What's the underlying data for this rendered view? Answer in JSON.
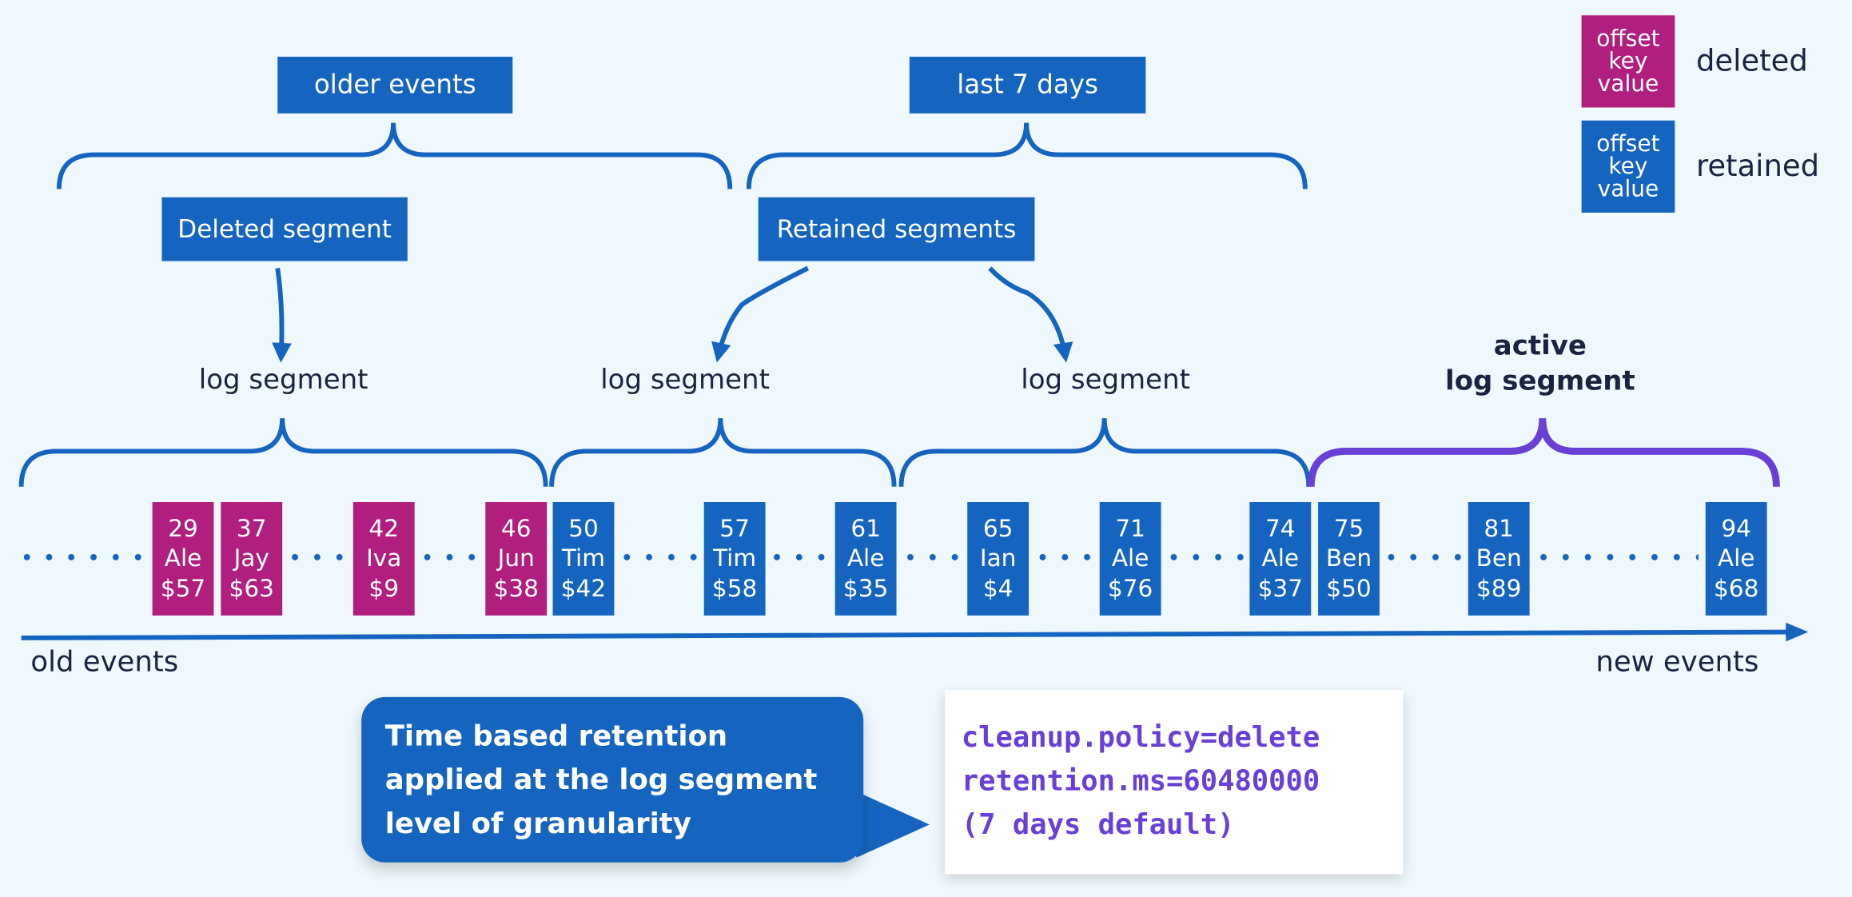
{
  "header": {
    "older_events": "older events",
    "last_7_days": "last 7 days"
  },
  "labels": {
    "deleted_segment": "Deleted segment",
    "retained_segments": "Retained segments",
    "log_segment": "log segment",
    "active_line1": "active",
    "active_line2": "log segment",
    "old_events": "old events",
    "new_events": "new events"
  },
  "legend": {
    "box_lines": [
      "offset",
      "key",
      "value"
    ],
    "deleted": "deleted",
    "retained": "retained"
  },
  "records": [
    {
      "offset": "29",
      "key": "Ale",
      "value": "$57",
      "status": "deleted"
    },
    {
      "offset": "37",
      "key": "Jay",
      "value": "$63",
      "status": "deleted"
    },
    {
      "offset": "42",
      "key": "Iva",
      "value": "$9",
      "status": "deleted"
    },
    {
      "offset": "46",
      "key": "Jun",
      "value": "$38",
      "status": "deleted"
    },
    {
      "offset": "50",
      "key": "Tim",
      "value": "$42",
      "status": "retained"
    },
    {
      "offset": "57",
      "key": "Tim",
      "value": "$58",
      "status": "retained"
    },
    {
      "offset": "61",
      "key": "Ale",
      "value": "$35",
      "status": "retained"
    },
    {
      "offset": "65",
      "key": "Ian",
      "value": "$4",
      "status": "retained"
    },
    {
      "offset": "71",
      "key": "Ale",
      "value": "$76",
      "status": "retained"
    },
    {
      "offset": "74",
      "key": "Ale",
      "value": "$37",
      "status": "retained"
    },
    {
      "offset": "75",
      "key": "Ben",
      "value": "$50",
      "status": "retained"
    },
    {
      "offset": "81",
      "key": "Ben",
      "value": "$89",
      "status": "retained"
    },
    {
      "offset": "94",
      "key": "Ale",
      "value": "$68",
      "status": "retained"
    }
  ],
  "callout": {
    "lines": [
      "Time based retention",
      "applied at the log segment",
      "level of granularity"
    ]
  },
  "config": {
    "lines": [
      "cleanup.policy=delete",
      "retention.ms=60480000",
      "(7 days default)"
    ]
  },
  "colors": {
    "retained": "#1565c0",
    "deleted": "#b01e7e",
    "active": "#6a3fd6",
    "text": "#1b2340",
    "background": "#eff8fc"
  }
}
